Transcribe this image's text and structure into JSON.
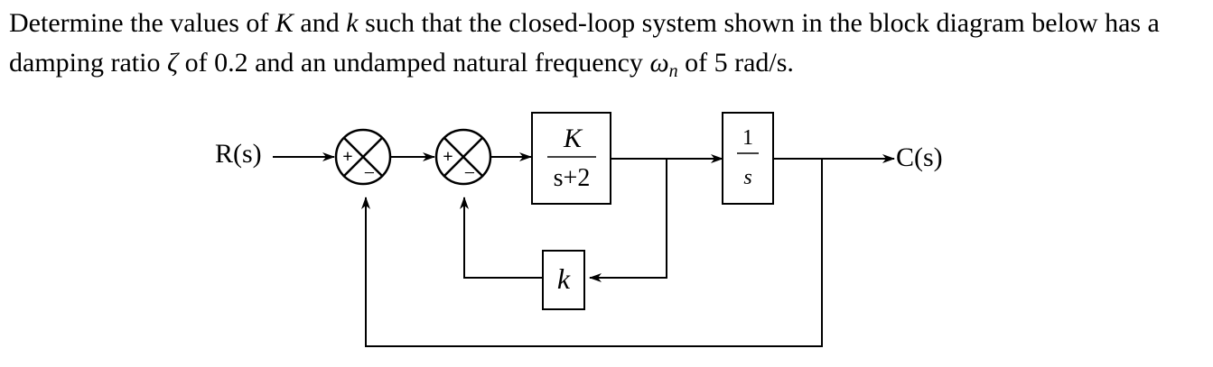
{
  "problem": {
    "p1": "Determine the values of ",
    "K": "K",
    "p2": " and ",
    "k": "k",
    "p3": " such that the closed-loop system shown in the block diagram below has a damping ratio ",
    "zeta": "ζ",
    "p4": " of 0.2 and an undamped natural frequency ",
    "omega": "ω",
    "omega_sub": "n",
    "p5": " of 5 rad/s."
  },
  "diagram": {
    "input_label": "R(s)",
    "output_label": "C(s)",
    "summing_junction_1": {
      "plus": "+",
      "minus": "−"
    },
    "summing_junction_2": {
      "plus": "+",
      "minus": "−"
    },
    "block_gain": {
      "numerator": "K",
      "denominator": "s+2"
    },
    "block_integrator": {
      "numerator": "1",
      "denominator": "s"
    },
    "block_feedback": {
      "label": "k"
    }
  }
}
